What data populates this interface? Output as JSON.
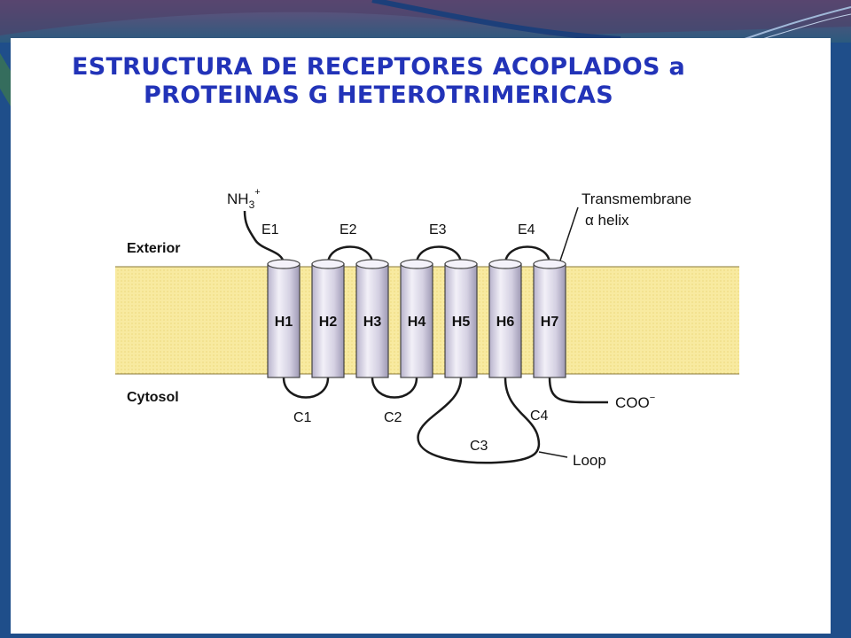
{
  "title": {
    "line1": "ESTRUCTURA DE RECEPTORES ACOPLADOS a",
    "line2": "PROTEINAS G HETEROTRIMERICAS"
  },
  "diagram": {
    "exterior_label": "Exterior",
    "cytosol_label": "Cytosol",
    "n_terminus": "NH",
    "n_terminus_sub": "3",
    "n_terminus_sup": "+",
    "c_terminus": "COO",
    "c_terminus_sup": "−",
    "transmembrane_label_line1": "Transmembrane",
    "transmembrane_label_line2": "α helix",
    "loop_label": "Loop",
    "helices": [
      "H1",
      "H2",
      "H3",
      "H4",
      "H5",
      "H6",
      "H7"
    ],
    "extracellular_loops": [
      "E1",
      "E2",
      "E3",
      "E4"
    ],
    "intracellular_loops": [
      "C1",
      "C2",
      "C3",
      "C4"
    ]
  },
  "colors": {
    "background": "#1f4e8a",
    "title": "#2233b8",
    "membrane": "#f8eaa0",
    "helix": "#d8d4e6"
  }
}
